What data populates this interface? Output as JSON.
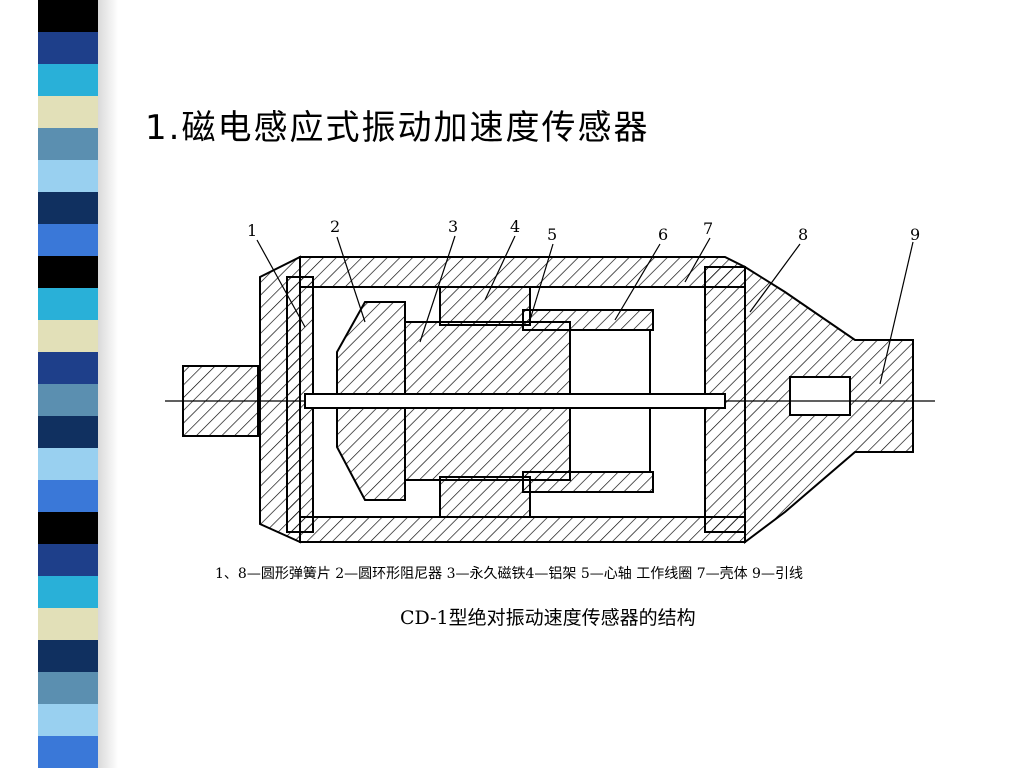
{
  "slide": {
    "title": "1.磁电感应式振动加速度传感器",
    "legend": "1、8—圆形弹簧片  2—圆环形阻尼器  3—永久磁铁4—铝架  5—心轴  工作线圈  7—壳体  9—引线",
    "caption": "CD-1型绝对振动速度传感器的结构"
  },
  "diagram": {
    "part_labels": [
      "1",
      "2",
      "3",
      "4",
      "5",
      "6",
      "7",
      "8",
      "9"
    ]
  },
  "decor": {
    "stripe_colors": [
      "#000000",
      "#1e3f8a",
      "#29b0d8",
      "#e2e0b8",
      "#5b8fb0",
      "#99d0f0",
      "#103060",
      "#3a78d8"
    ]
  }
}
